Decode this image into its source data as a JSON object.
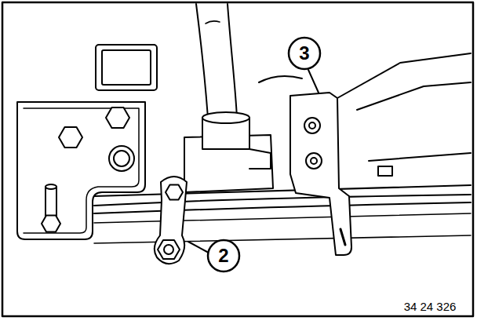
{
  "diagram": {
    "labels": [
      "3",
      "2",
      "34 24 326"
    ]
  }
}
